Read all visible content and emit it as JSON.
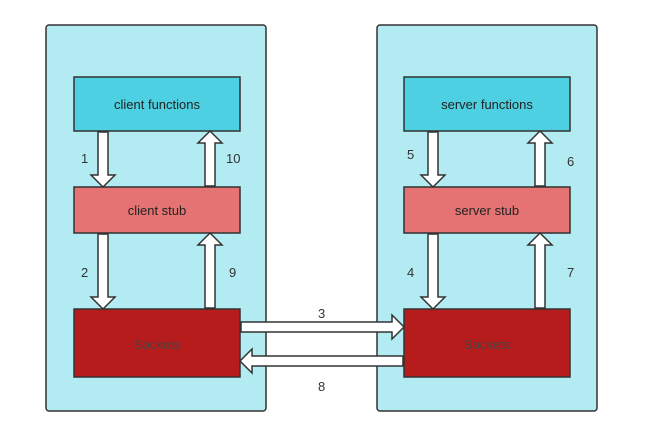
{
  "colors": {
    "panel_fill": "#b2ebf2",
    "panel_stroke": "#333333",
    "functions_fill": "#4dd0e1",
    "stub_fill": "#e57373",
    "sockets_fill": "#b71c1c",
    "arrow_fill": "#ffffff",
    "arrow_stroke": "#333333"
  },
  "client": {
    "functions": "client functions",
    "stub": "client stub",
    "sockets": "Sockets"
  },
  "server": {
    "functions": "server functions",
    "stub": "server stub",
    "sockets": "Sockets"
  },
  "steps": [
    "1",
    "2",
    "3",
    "4",
    "5",
    "6",
    "7",
    "8",
    "9",
    "10"
  ]
}
